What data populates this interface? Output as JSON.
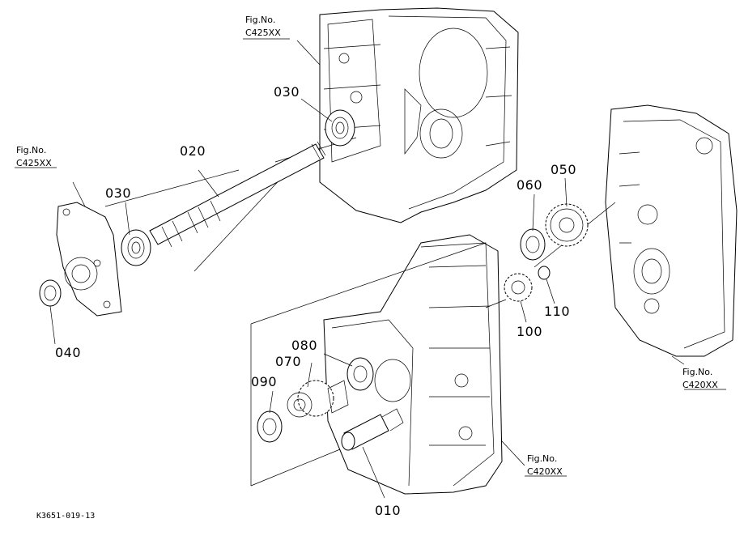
{
  "figure_refs": {
    "top_center": [
      "Fig.No.",
      "C425XX"
    ],
    "left": [
      "Fig.No.",
      "C425XX"
    ],
    "right": [
      "Fig.No.",
      "C420XX"
    ],
    "bottom_center": [
      "Fig.No.",
      "C420XX"
    ]
  },
  "parts": {
    "p010": "010",
    "p020": "020",
    "p030_top": "030",
    "p030_left": "030",
    "p040": "040",
    "p050": "050",
    "p060": "060",
    "p070": "070",
    "p080": "080",
    "p090": "090",
    "p100": "100",
    "p110": "110"
  },
  "drawing_code": "K3651-019-13"
}
